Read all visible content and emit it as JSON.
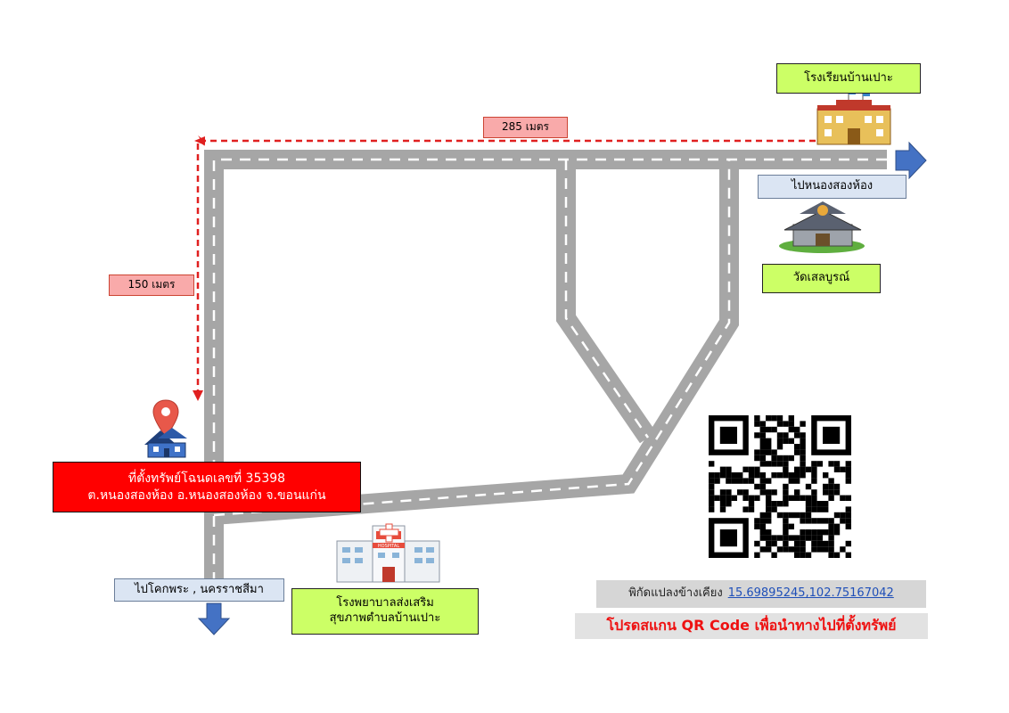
{
  "labels": {
    "school": "โรงเรียนบ้านเปาะ",
    "to_nong_song_hong": "ไปหนองสองห้อง",
    "temple": "วัดเสลบูรณ์",
    "dist_285": "285 เมตร",
    "dist_150": "150 เมตร",
    "property_line1": "ที่ตั้งทรัพย์โฉนดเลขที่ 35398",
    "property_line2": "ต.หนองสองห้อง อ.หนองสองห้อง จ.ขอนแก่น",
    "to_khok_phra": "ไปโคกพระ , นครราชสีมา",
    "hospital_line1": "โรงพยาบาลส่งเสริม",
    "hospital_line2": "สุขภาพตำบลบ้านเปาะ",
    "hospital_sign": "HOSPITAL",
    "coord_label": "พิกัดแปลงข้างเคียง",
    "coord_value": "15.69895245,102.75167042",
    "scan_text": "โปรดสแกน QR Code เพื่อนำทางไปที่ตั้งทรัพย์"
  },
  "icons": {
    "pin": "location-pin-icon",
    "house": "house-icon",
    "school": "school-building-icon",
    "temple": "temple-icon",
    "hospital": "hospital-icon",
    "qr": "qr-code",
    "arrow_right": "arrow-right-icon",
    "arrow_down": "arrow-down-icon"
  },
  "colors": {
    "road": "#a6a6a6",
    "road_dash": "#ffffff",
    "route": "#e02020",
    "label_green": "#ccff66",
    "label_blue": "#dbe5f3",
    "label_red": "#ff0000",
    "arrow": "#4472c4"
  }
}
